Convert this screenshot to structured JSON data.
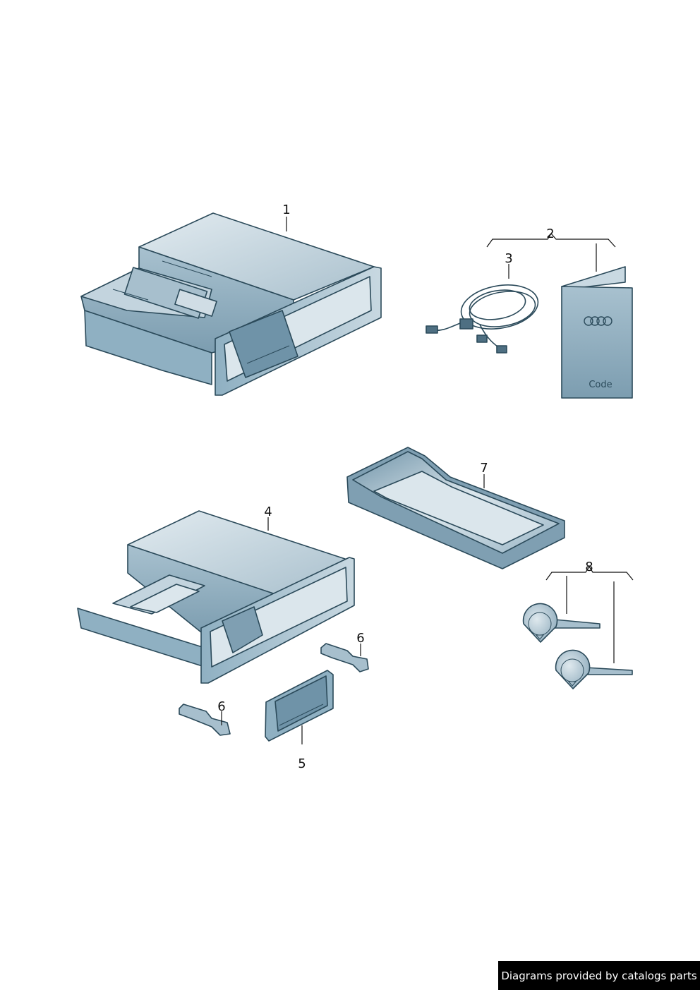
{
  "labels": {
    "part_1": "1",
    "part_2": "2",
    "part_3": "3",
    "part_4": "4",
    "part_5": "5",
    "part_6a": "6",
    "part_6b": "6",
    "part_7": "7",
    "part_8": "8"
  },
  "booklet_text": "Code",
  "credit": "Diagrams provided by catalogs parts",
  "colors": {
    "part_fill": "#b9cdd9",
    "part_light": "#d7e3ea",
    "part_dark": "#7f9fb2",
    "stroke": "#2b4a5a",
    "credit_bg": "#000000",
    "credit_text": "#ffffff"
  },
  "icons": [
    "audi-rings-icon"
  ]
}
